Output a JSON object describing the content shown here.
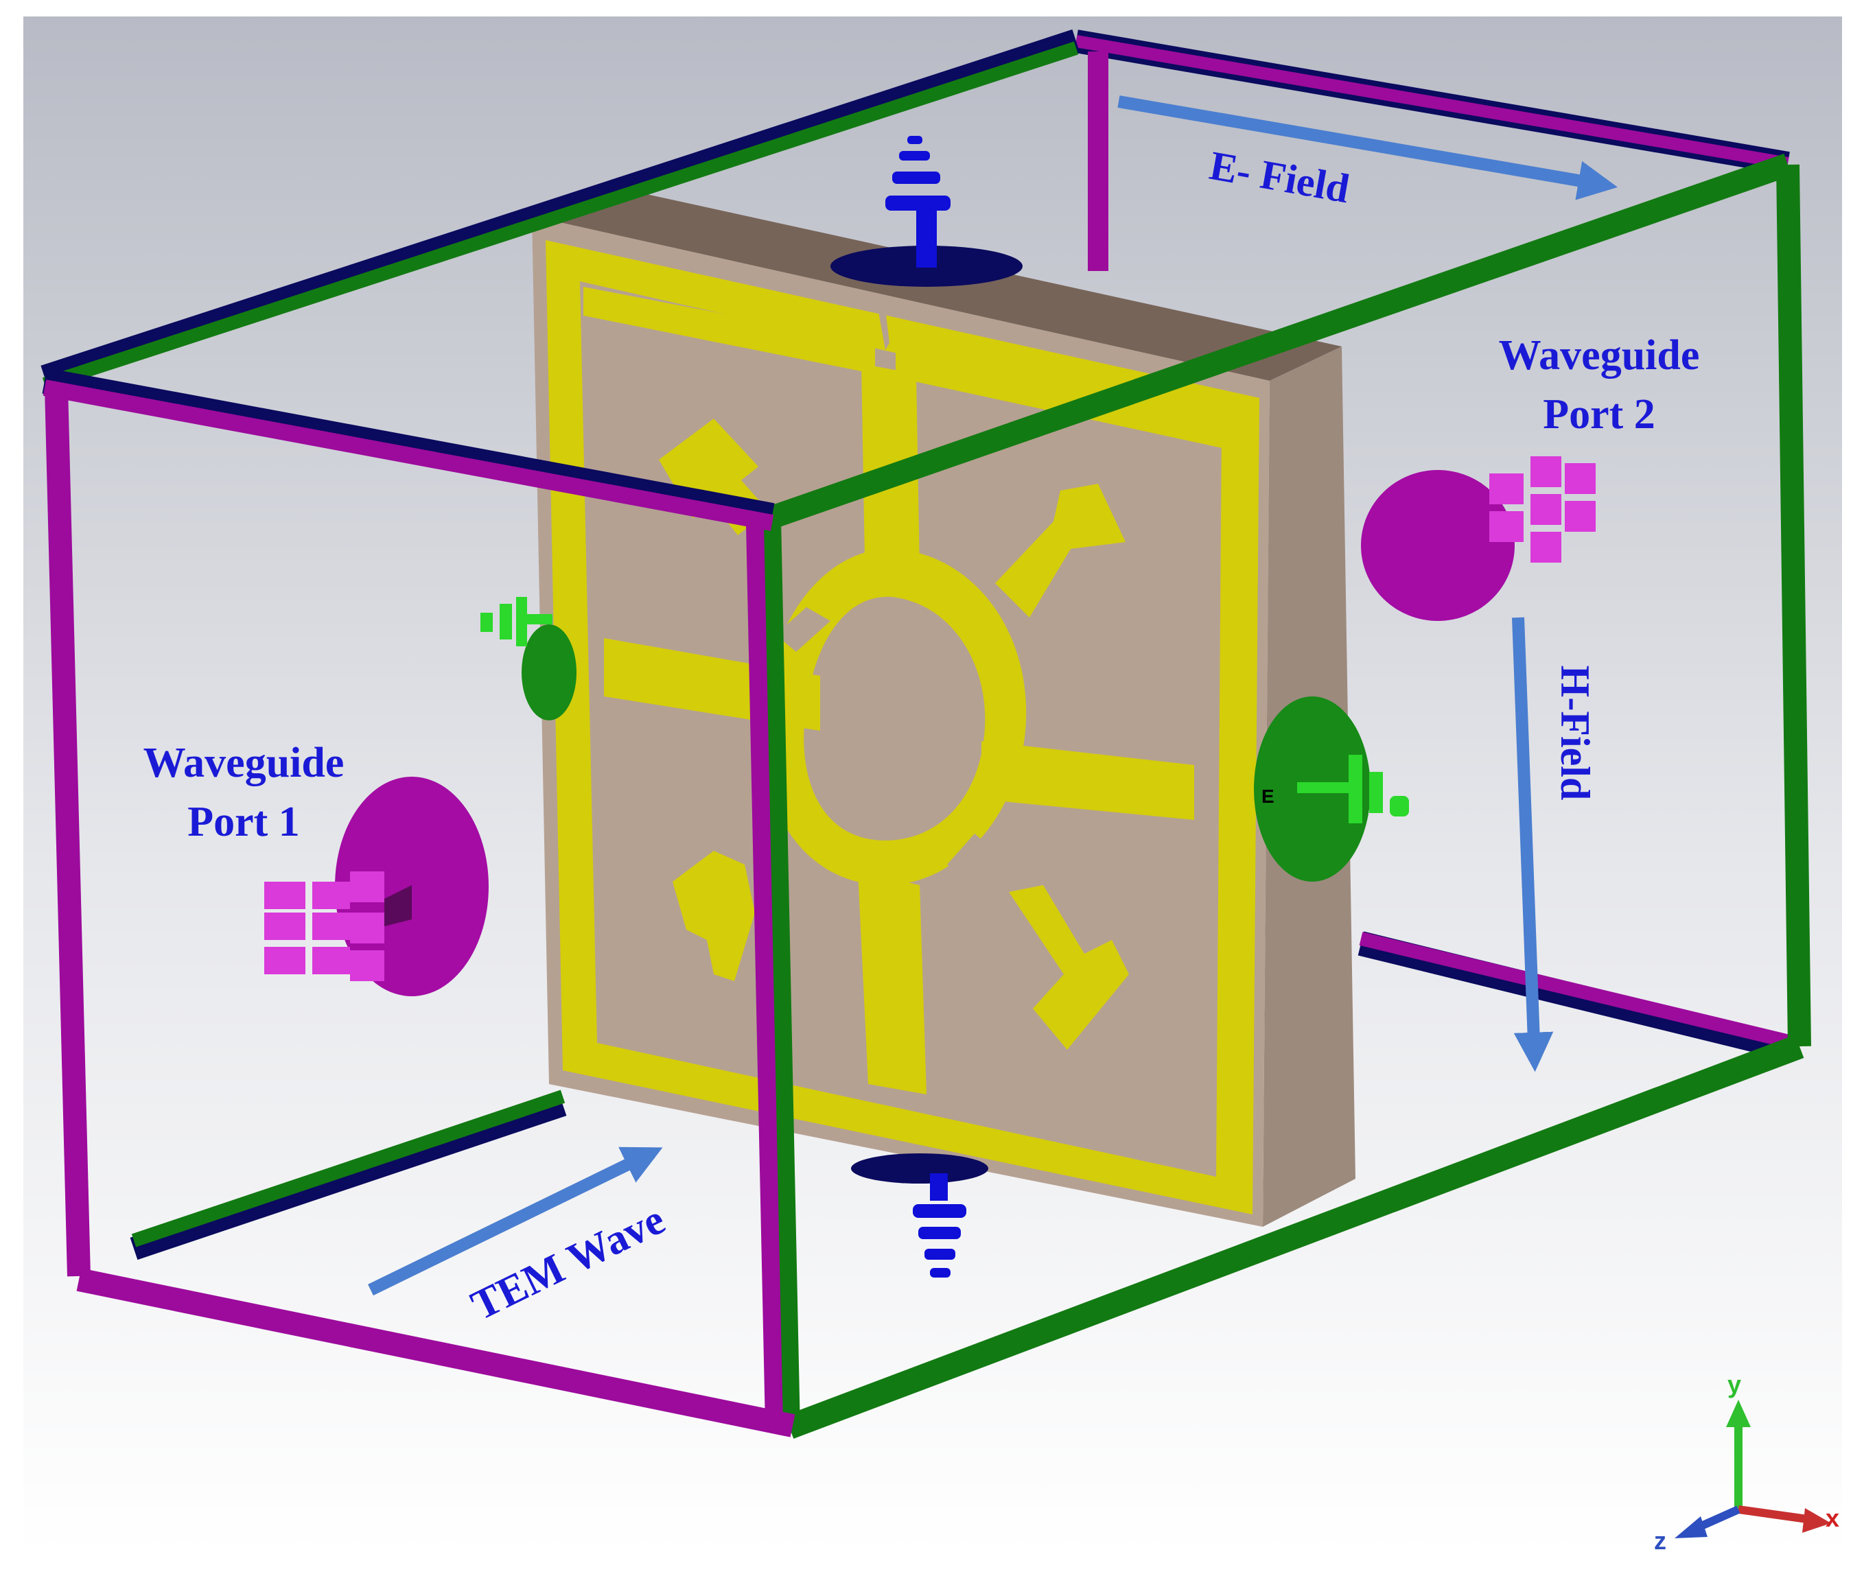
{
  "labels": {
    "port1_line1": "Waveguide",
    "port1_line2": "Port 1",
    "port2_line1": "Waveguide",
    "port2_line2": "Port 2",
    "e_field": "E- Field",
    "h_field": "H-Field",
    "tem_wave": "TEM Wave"
  },
  "axes": {
    "x": "x",
    "y": "y",
    "z": "z"
  },
  "colors": {
    "background_top": "#b9bcc6",
    "background_bottom": "#ffffff",
    "frame_magenta": "#9c0b9c",
    "frame_green": "#127a12",
    "frame_navy": "#0a0a5e",
    "substrate": "#b5a192",
    "substrate_side": "#9c8a7d",
    "substrate_top": "#776459",
    "metal": "#d4cd0a",
    "port_magenta": "#a40ca4",
    "port_green": "#178a17",
    "port_blue": "#0f0fd8",
    "arrow": "#4a7ed0",
    "label": "#1a1ad6"
  },
  "icons": [
    "waveguide-port-1-icon",
    "waveguide-port-2-icon",
    "discrete-port-top-icon",
    "discrete-port-bottom-icon",
    "discrete-port-left-icon",
    "discrete-port-right-icon",
    "axis-triad-icon"
  ]
}
